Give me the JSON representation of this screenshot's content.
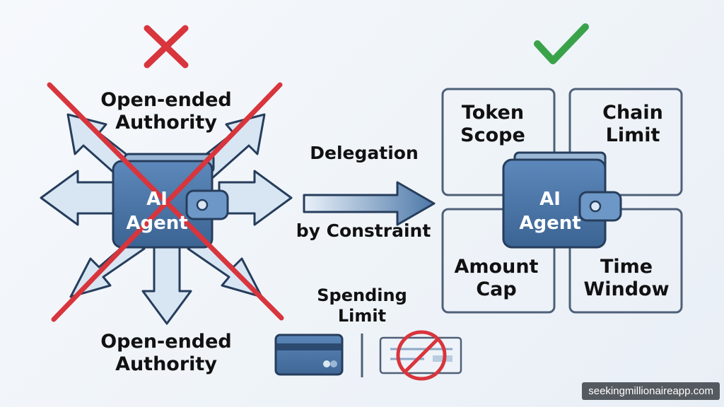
{
  "left": {
    "top_label_line1": "Open-ended",
    "top_label_line2": "Authority",
    "bottom_label_line1": "Open-ended",
    "bottom_label_line2": "Authority",
    "wallet_line1": "AI",
    "wallet_line2": "Agent",
    "status_icon": "red-x-icon"
  },
  "middle": {
    "line1": "Delegation",
    "line2": "by Constraint"
  },
  "right": {
    "wallet_line1": "AI",
    "wallet_line2": "Agent",
    "status_icon": "green-check-icon",
    "boxes": {
      "token_scope_1": "Token",
      "token_scope_2": "Scope",
      "chain_limit_1": "Chain",
      "chain_limit_2": "Limit",
      "amount_cap_1": "Amount",
      "amount_cap_2": "Cap",
      "time_window_1": "Time",
      "time_window_2": "Window"
    }
  },
  "spending": {
    "line1": "Spending",
    "line2": "Limit",
    "icons": [
      "credit-card-icon",
      "crossed-out-check-icon"
    ]
  },
  "watermark": "seekingmillionaireapp.com",
  "colors": {
    "wallet": "#4a75a8",
    "arrow_fill": "#d8e6f4",
    "arrow_stroke": "#263d5c",
    "red": "#d8353d",
    "green": "#3aa34a",
    "box_stroke": "#4e6078"
  }
}
